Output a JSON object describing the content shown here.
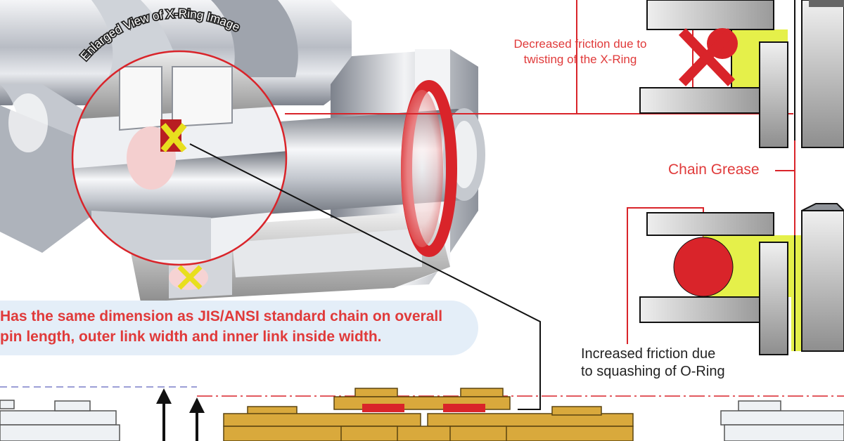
{
  "colors": {
    "accent_red": "#e03a3a",
    "grease_yellow": "#e5f04a",
    "chain_gold": "#d9a93c",
    "banner_bg": "#e4eef8"
  },
  "labels": {
    "enlarged_view": "Enlarged View of X-Ring Image",
    "x_ring_callout_line1": "Decreased friction due to",
    "x_ring_callout_line2": "twisting of the X-Ring",
    "chain_grease": "Chain Grease",
    "o_ring_callout_line1": "Increased friction due",
    "o_ring_callout_line2": "to squashing of O-Ring",
    "banner_line1": "Has the same dimension as JIS/ANSI standard chain on overall",
    "banner_line2": "pin length, outer link width and inner link inside width."
  }
}
